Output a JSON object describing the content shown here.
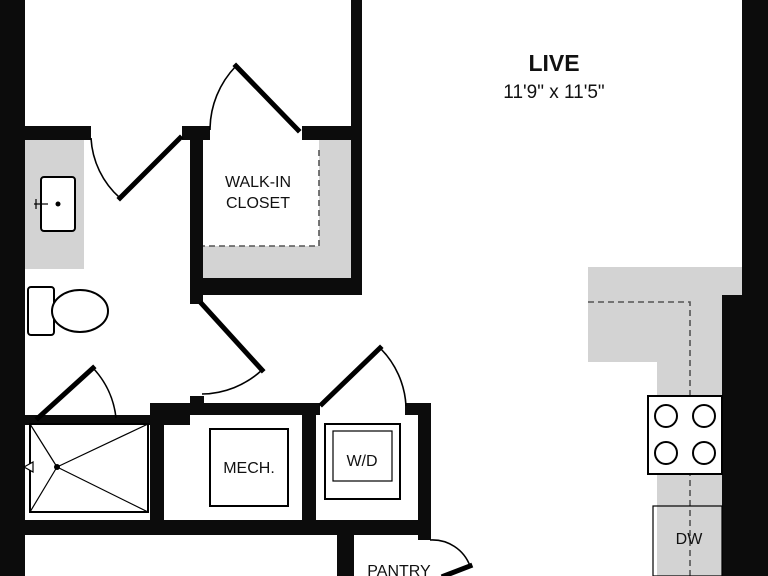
{
  "rooms": {
    "live": {
      "name": "LIVE",
      "dimensions": "11'9\" x 11'5\""
    },
    "walk_in_closet": {
      "line1": "WALK-IN",
      "line2": "CLOSET"
    },
    "mech": {
      "name": "MECH."
    },
    "washer_dryer": {
      "name": "W/D"
    },
    "pantry": {
      "name": "PANTRY"
    },
    "dishwasher": {
      "name": "DW"
    }
  },
  "colors": {
    "wall": "#0c0c0c",
    "counter": "#d3d3d3",
    "floor": "#ffffff"
  }
}
